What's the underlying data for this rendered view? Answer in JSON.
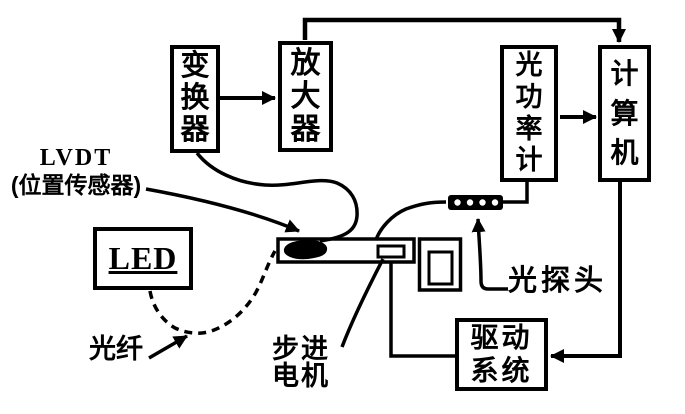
{
  "figure_type": "block-diagram",
  "background": "#ffffff",
  "ink_color": "#000000",
  "boxes": {
    "transformer": "变换器",
    "amplifier": "放大器",
    "optical_power_meter": "光功率计",
    "computer": "计算机",
    "drive_system": "驱动系统",
    "led": "LED"
  },
  "labels": {
    "lvdt_title": "LVDT",
    "lvdt_subtitle": "(位置传感器)",
    "optical_fiber": "光纤",
    "stepper_motor": "步进电机",
    "optical_probe": "光探头"
  },
  "connections": [
    {
      "from": "transformer",
      "to": "amplifier",
      "style": "arrow"
    },
    {
      "from": "amplifier",
      "to": "computer",
      "style": "arrow-over-top-rail"
    },
    {
      "from": "optical_power_meter",
      "to": "computer",
      "style": "arrow"
    },
    {
      "from": "computer",
      "to": "drive_system",
      "style": "arrow"
    },
    {
      "from": "drive_system",
      "to": "stepper-motor-unit",
      "style": "line"
    },
    {
      "from": "transformer",
      "to": "lvdt-sensor-blob",
      "style": "curved-wire"
    },
    {
      "from": "led",
      "to": "positioner-device",
      "style": "dashed-optical-fiber"
    },
    {
      "from": "positioner-device",
      "to": "fiber-connector",
      "style": "curved-wire"
    },
    {
      "from": "fiber-connector",
      "to": "optical_power_meter",
      "style": "line"
    },
    {
      "from": "lvdt-label",
      "to": "lvdt-sensor-blob",
      "style": "pointer-arrow"
    },
    {
      "from": "optical-fiber-label",
      "to": "dashed-fiber",
      "style": "pointer-arrow"
    },
    {
      "from": "stepper-motor-label",
      "to": "stepper-motor-unit",
      "style": "pointer-line"
    },
    {
      "from": "optical-probe-label",
      "to": "fiber-connector",
      "style": "pointer-arrow"
    }
  ]
}
